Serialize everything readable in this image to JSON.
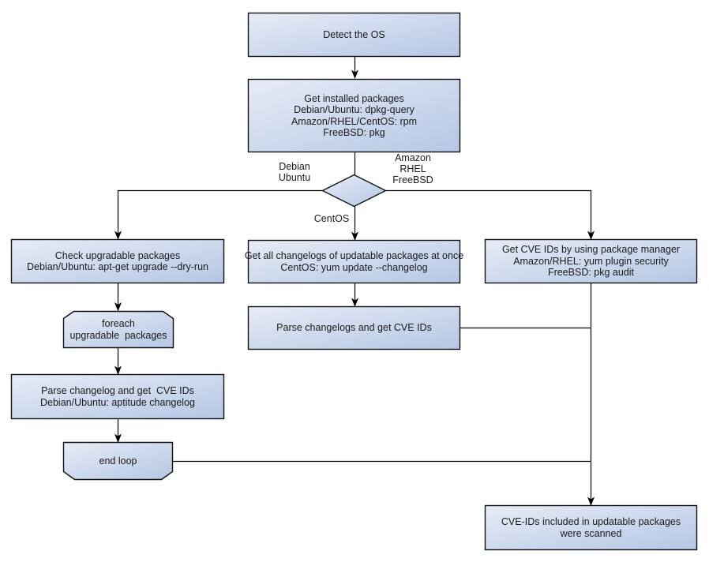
{
  "diagram": {
    "title_semantic": "OS package CVE scan flowchart",
    "colors": {
      "background": "#ffffff",
      "node_fill_light": "#e7ecf6",
      "node_fill_dark": "#b4c7e5",
      "node_border": "#111111",
      "edge_line": "#000000",
      "text": "#1a1a1a"
    },
    "nodes": {
      "detect_os": {
        "lines": [
          "Detect the OS"
        ]
      },
      "get_installed": {
        "lines": [
          "Get installed packages",
          "Debian/Ubuntu: dpkg-query",
          "Amazon/RHEL/CentOS: rpm",
          "FreeBSD: pkg"
        ]
      },
      "check_upgradable": {
        "lines": [
          "Check upgradable packages",
          "Debian/Ubuntu: apt-get upgrade --dry-run"
        ]
      },
      "foreach_loop": {
        "lines": [
          "foreach",
          "upgradable  packages"
        ]
      },
      "parse_changelog_left": {
        "lines": [
          "Parse changelog and get  CVE IDs",
          "Debian/Ubuntu: aptitude changelog"
        ]
      },
      "end_loop": {
        "lines": [
          "end loop"
        ]
      },
      "get_all_changelogs": {
        "lines": [
          "Get all changelogs of updatable packages at once",
          "CentOS: yum update --changelog"
        ]
      },
      "parse_changelogs_mid": {
        "lines": [
          "Parse changelogs and get CVE IDs"
        ]
      },
      "get_cve_ids_right": {
        "lines": [
          "Get CVE IDs by using package manager",
          "Amazon/RHEL: yum plugin security",
          "FreeBSD: pkg audit"
        ]
      },
      "scanned": {
        "lines": [
          "CVE-IDs included in updatable packages",
          "were scanned"
        ]
      }
    },
    "edge_labels": {
      "debian_ubuntu": {
        "lines": [
          "Debian",
          "Ubuntu"
        ]
      },
      "amazon_rhel_freebsd": {
        "lines": [
          "Amazon",
          "RHEL",
          "FreeBSD"
        ]
      },
      "centos": {
        "lines": [
          "CentOS"
        ]
      }
    }
  }
}
